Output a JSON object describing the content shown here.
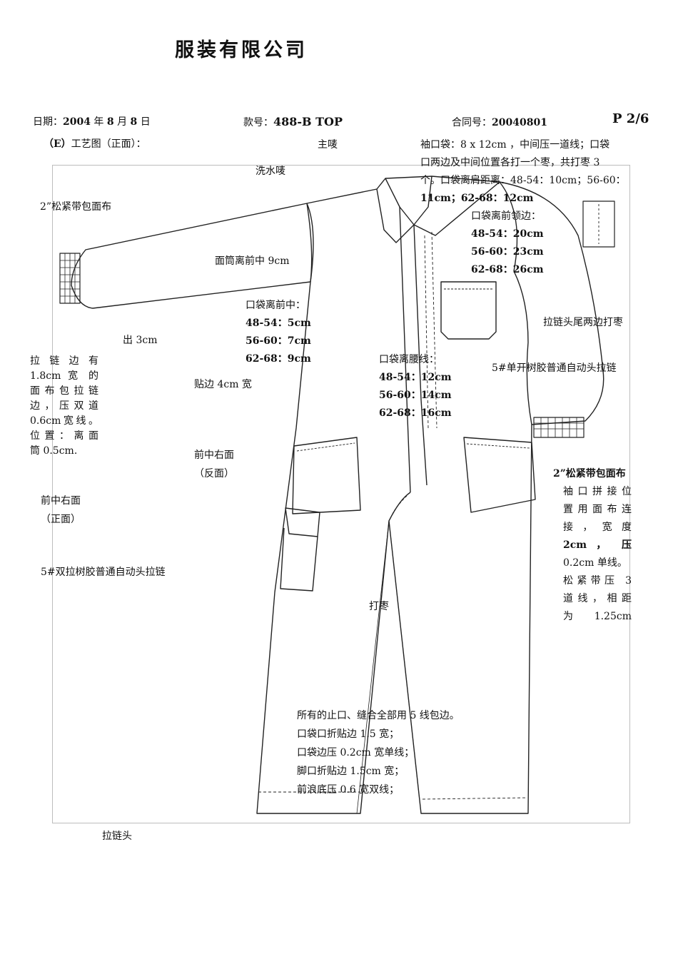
{
  "company_title": "服装有限公司",
  "page_number": "P 2/6",
  "header": {
    "date_label": "日期：",
    "date_year": "2004",
    "date_year_suffix": " 年 ",
    "date_month": "8",
    "date_month_suffix": " 月 ",
    "date_day": "8",
    "date_day_suffix": " 日",
    "style_label": "款号：",
    "style_value": "488-B TOP",
    "contract_label": "合同号：",
    "contract_value": "20040801"
  },
  "section": {
    "prefix": "（E）",
    "label": "工艺图（正面）："
  },
  "labels": {
    "main_label": "主唛",
    "wash_label": "洗水唛",
    "elastic_top": "2”松紧带包面布",
    "tube_distance": "面筒离前中 9cm",
    "out_3cm": "出 3cm",
    "facing_4cm": "贴边 4cm 宽",
    "front_right_back_1": "前中右面",
    "front_right_back_2": "（反面）",
    "front_right_front_1": "前中右面",
    "front_right_front_2": "（正面）",
    "double_zipper": "5#双拉树胶普通自动头拉链",
    "bartack": "打枣",
    "zipper_head": "拉链头",
    "zipper_end_bartack": "拉链头尾两边打枣",
    "single_zipper": "5#单开树胶普通自动头拉链"
  },
  "zip_edge_note": [
    "拉 链 边 有",
    "1.8cm 宽 的",
    "面布包拉链",
    "边，压双道",
    "0.6cm宽线。",
    "位置：离面",
    "筒 0.5cm."
  ],
  "sleeve_pocket_note": [
    "袖口袋：8 x 12cm ，中间压一道线；口袋",
    "口两边及中间位置各打一个枣，共打枣 3",
    "个。口袋离肩距离：48-54：10cm；56-60：",
    "11cm；62-68：12cm"
  ],
  "pocket_from_collar": [
    "口袋离前领边：",
    "48-54：20cm",
    "56-60：23cm",
    "62-68：26cm"
  ],
  "pocket_from_front": [
    "口袋离前中：",
    "48-54：5cm",
    "56-60：7cm",
    "62-68：9cm"
  ],
  "pocket_from_waist": [
    "口袋离腰线：",
    "48-54：12cm",
    "56-60：14cm",
    "62-68：16cm"
  ],
  "cuff_note": [
    "2”松紧带包面布",
    "袖口拼接位",
    "置用面布连",
    "接 ， 宽 度",
    "2cm ， 压",
    "0.2cm 单线。",
    "松紧带压 3",
    "道线，相距",
    "为 1.25cm"
  ],
  "general_notes": [
    "所有的止口、缝合全部用 5 线包边。",
    "口袋口折贴边 1.5 宽；",
    "口袋边压 0.2cm 宽单线；",
    "脚口折贴边 1.5cm 宽；",
    "前浪底压 0.6 宽双线；"
  ]
}
